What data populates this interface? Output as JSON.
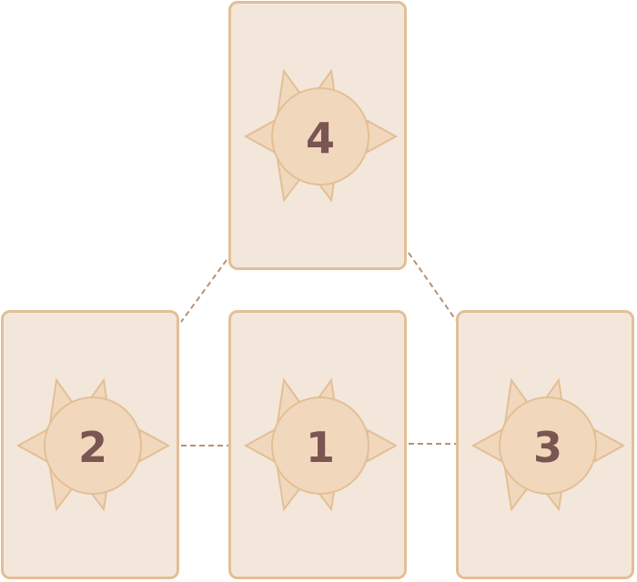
{
  "colors": {
    "card_fill": "#f3e7dc",
    "card_border": "#e3bf95",
    "sun_fill": "#f1d8bd",
    "sun_stroke": "#e3bf95",
    "number": "#7a5552",
    "connector": "#b89277"
  },
  "icons": {
    "card_emblem": "sun-icon"
  },
  "cards": {
    "top": {
      "number": "4"
    },
    "left": {
      "number": "2"
    },
    "center": {
      "number": "1"
    },
    "right": {
      "number": "3"
    }
  }
}
